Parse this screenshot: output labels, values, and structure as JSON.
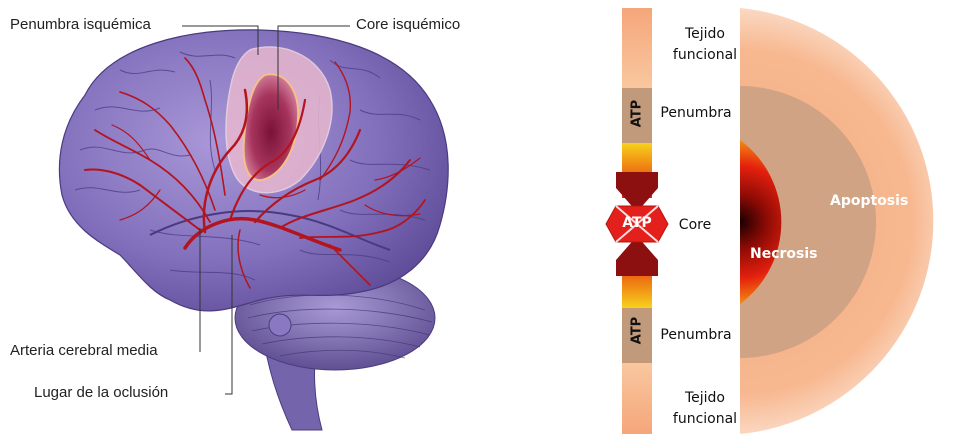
{
  "brain": {
    "labels": {
      "penumbra": "Penumbra isquémica",
      "core": "Core isquémico",
      "arteria": "Arteria cerebral media",
      "oclusion": "Lugar de la oclusión"
    }
  },
  "strip": {
    "tejido_top_1": "Tejido",
    "tejido_top_2": "funcional",
    "penumbra_top": "Penumbra",
    "atp_top": "ATP",
    "atp_center": "ATP",
    "core": "Core",
    "penumbra_bottom": "Penumbra",
    "atp_bottom": "ATP",
    "tejido_bottom_1": "Tejido",
    "tejido_bottom_2": "funcional"
  },
  "zones": {
    "apoptosis": "Apoptosis",
    "necrosis": "Necrosis"
  },
  "colors": {
    "tissue": "#f6b48a",
    "penumbra_band": "#c49a7c",
    "core_red": "#e31b0d",
    "core_yellow": "#f8d21a",
    "arrow": "#8c1010",
    "brain_purple": "#7d69b5",
    "artery": "#b3141e"
  }
}
